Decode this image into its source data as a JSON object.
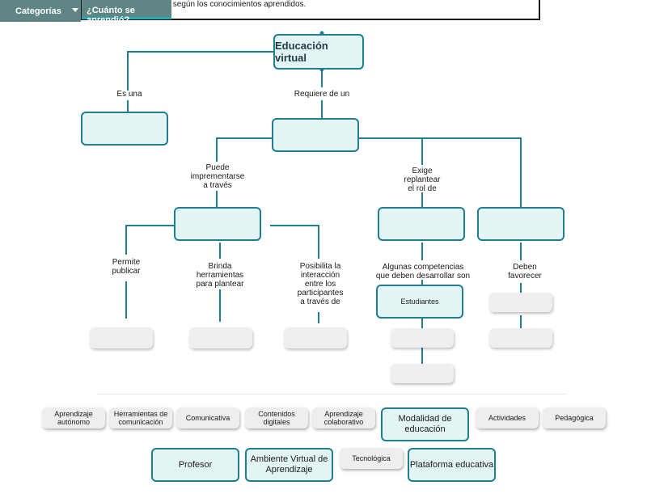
{
  "header": {
    "instruction_partial": "s según los conocimientos aprendidos.",
    "categories_label": "Categorías",
    "tab_label": "¿Cuánto se aprendió?"
  },
  "map": {
    "root": "Educación virtual",
    "links": {
      "es_una": "Es una",
      "requiere": "Requiere de un",
      "puede": "Puede\nimprementarse\na través",
      "exige": "Exige\nreplantear\nel rol de",
      "permite": "Permite\npublicar",
      "brinda": "Brinda\nherramientas\npara plantear",
      "posibilita": "Posibilita la\ninteracción\nentre los\nparticipantes\na través de",
      "competencias": "Algunas competencias\nque deben desarrollar son",
      "deben": "Deben\nfavorecer"
    },
    "placed": {
      "estudiantes": "Estudiantes"
    }
  },
  "bank": {
    "row1": [
      "Aprendizaje\nautónomo",
      "Herramientas de\ncomunicación",
      "Comunicativa",
      "Contenidos\ndigitales",
      "Aprendizaje\ncolaborativo",
      "Modalidad de\neducación",
      "Actividades",
      "Pedagógica"
    ],
    "row2": [
      "Profesor",
      "Ambiente Virtual de\nAprendizaje",
      "Tecnológica",
      "Plataforma educativa"
    ]
  },
  "colors": {
    "accent": "#1f7e90",
    "node_fill": "#e3f4f5",
    "header_bg": "#5f8585",
    "tab_underline": "#29a9b4"
  }
}
